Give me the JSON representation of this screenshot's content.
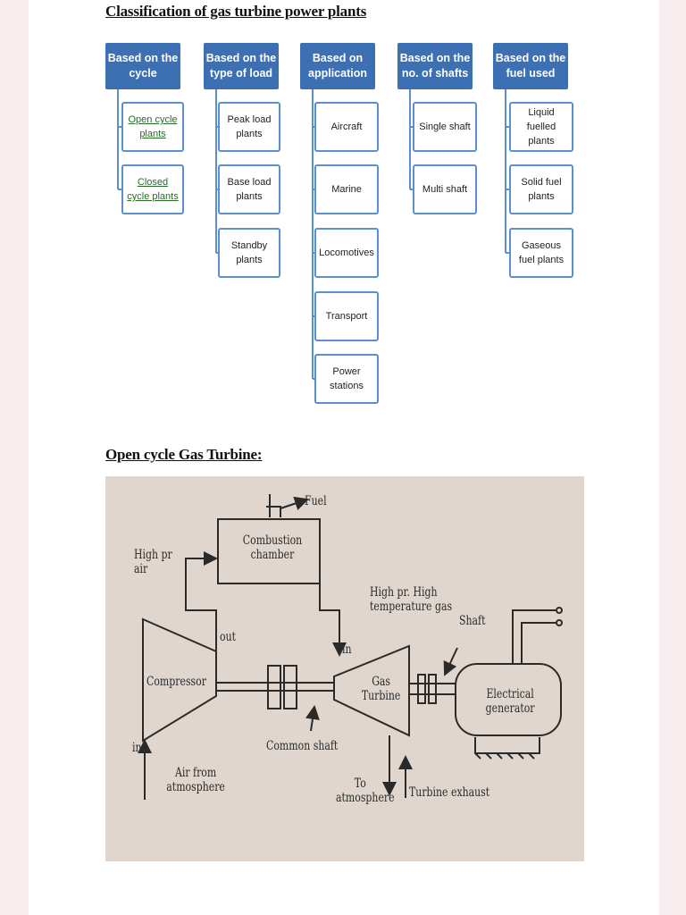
{
  "headings": {
    "classification": "Classification of gas turbine power plants",
    "open_cycle": "Open cycle Gas Turbine:"
  },
  "classification": [
    {
      "header": "Based on the cycle",
      "items": [
        "Open cycle plants",
        "Closed cycle plants"
      ]
    },
    {
      "header": "Based on the type of load",
      "items": [
        "Peak load plants",
        "Base load plants",
        "Standby plants"
      ]
    },
    {
      "header": "Based on application",
      "items": [
        "Aircraft",
        "Marine",
        "Locomotives",
        "Transport",
        "Power stations"
      ]
    },
    {
      "header": "Based on the no. of shafts",
      "items": [
        "Single shaft",
        "Multi shaft"
      ]
    },
    {
      "header": "Based on the fuel used",
      "items": [
        "Liquid fuelled plants",
        "Solid fuel plants",
        "Gaseous fuel plants"
      ]
    }
  ],
  "colors": {
    "header_fill": "#3d6fb3",
    "leaf_border": "#5b8fcf",
    "cycle_item_text": "#2a6a2a"
  },
  "schematic": {
    "fuel": "Fuel",
    "combustion_chamber": "Combustion chamber",
    "high_pr_air": "High pr air",
    "out": "out",
    "in_turbine": "in",
    "high_pr_gas": "High pr. High temperature gas",
    "shaft": "Shaft",
    "compressor": "Compressor",
    "gas_turbine": "Gas Turbine",
    "electrical_generator": "Electrical generator",
    "in_compressor": "in",
    "common_shaft": "Common shaft",
    "air_from_atmosphere": "Air from atmosphere",
    "to_atmosphere": "To atmosphere",
    "turbine_exhaust": "Turbine exhaust"
  }
}
